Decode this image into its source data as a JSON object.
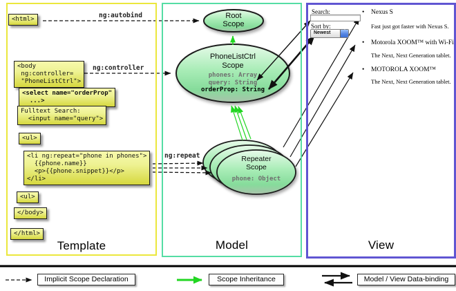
{
  "template_panel": {
    "title": "Template",
    "labels": {
      "autobind": "ng:autobind",
      "controller": "ng:controller",
      "repeat": "ng:repeat"
    },
    "code_boxes": {
      "html_open": "<html>",
      "body_open": "<body\n ng:controller=\n \"PhoneListCtrl\">",
      "select": "<select name=\"orderProp\"\n  ...>",
      "fulltext": "Fulltext Search:\n  <input name=\"query\">",
      "ul_open": "<ul>",
      "li_repeat": "<li ng:repeat=\"phone in phones\">\n  {{phone.name}}\n  <p>{{phone.snippet}}</p>\n</li>",
      "ul_close": "<ul>",
      "body_close": "</body>",
      "html_close": "</html>"
    }
  },
  "model_panel": {
    "title": "Model",
    "root_scope": {
      "line1": "Root",
      "line2": "Scope"
    },
    "phonelist_scope": {
      "line1": "PhoneListCtrl",
      "line2": "Scope",
      "props": [
        "phones: Array",
        "query: String",
        "orderProp: String"
      ]
    },
    "repeater_scope": {
      "line1": "Repeater",
      "line2": "Scope",
      "prop": "phone: Object"
    }
  },
  "view_panel": {
    "title": "View",
    "search_label": "Search:",
    "search_value": "",
    "sort_label": "Sort by:",
    "sort_value": "Newest",
    "bullet": "•",
    "items": [
      {
        "title": "Nexus S",
        "desc": "Fast just got faster with Nexus S."
      },
      {
        "title": "Motorola XOOM™ with Wi-Fi",
        "desc": "The Next, Next Generation tablet."
      },
      {
        "title": "MOTOROLA XOOM™",
        "desc": "The Next, Next Generation tablet."
      }
    ]
  },
  "legend": {
    "implicit": "Implicit Scope Declaration",
    "inheritance": "Scope Inheritance",
    "binding": "Model / View Data-binding"
  },
  "colors": {
    "template_border": "#ebe73c",
    "model_border": "#55dda4",
    "view_border": "#6055d2",
    "green_arrow": "#22d622",
    "scope_fill_mid": "#a8ecb6",
    "box_yellow": "#e9ee8a"
  }
}
